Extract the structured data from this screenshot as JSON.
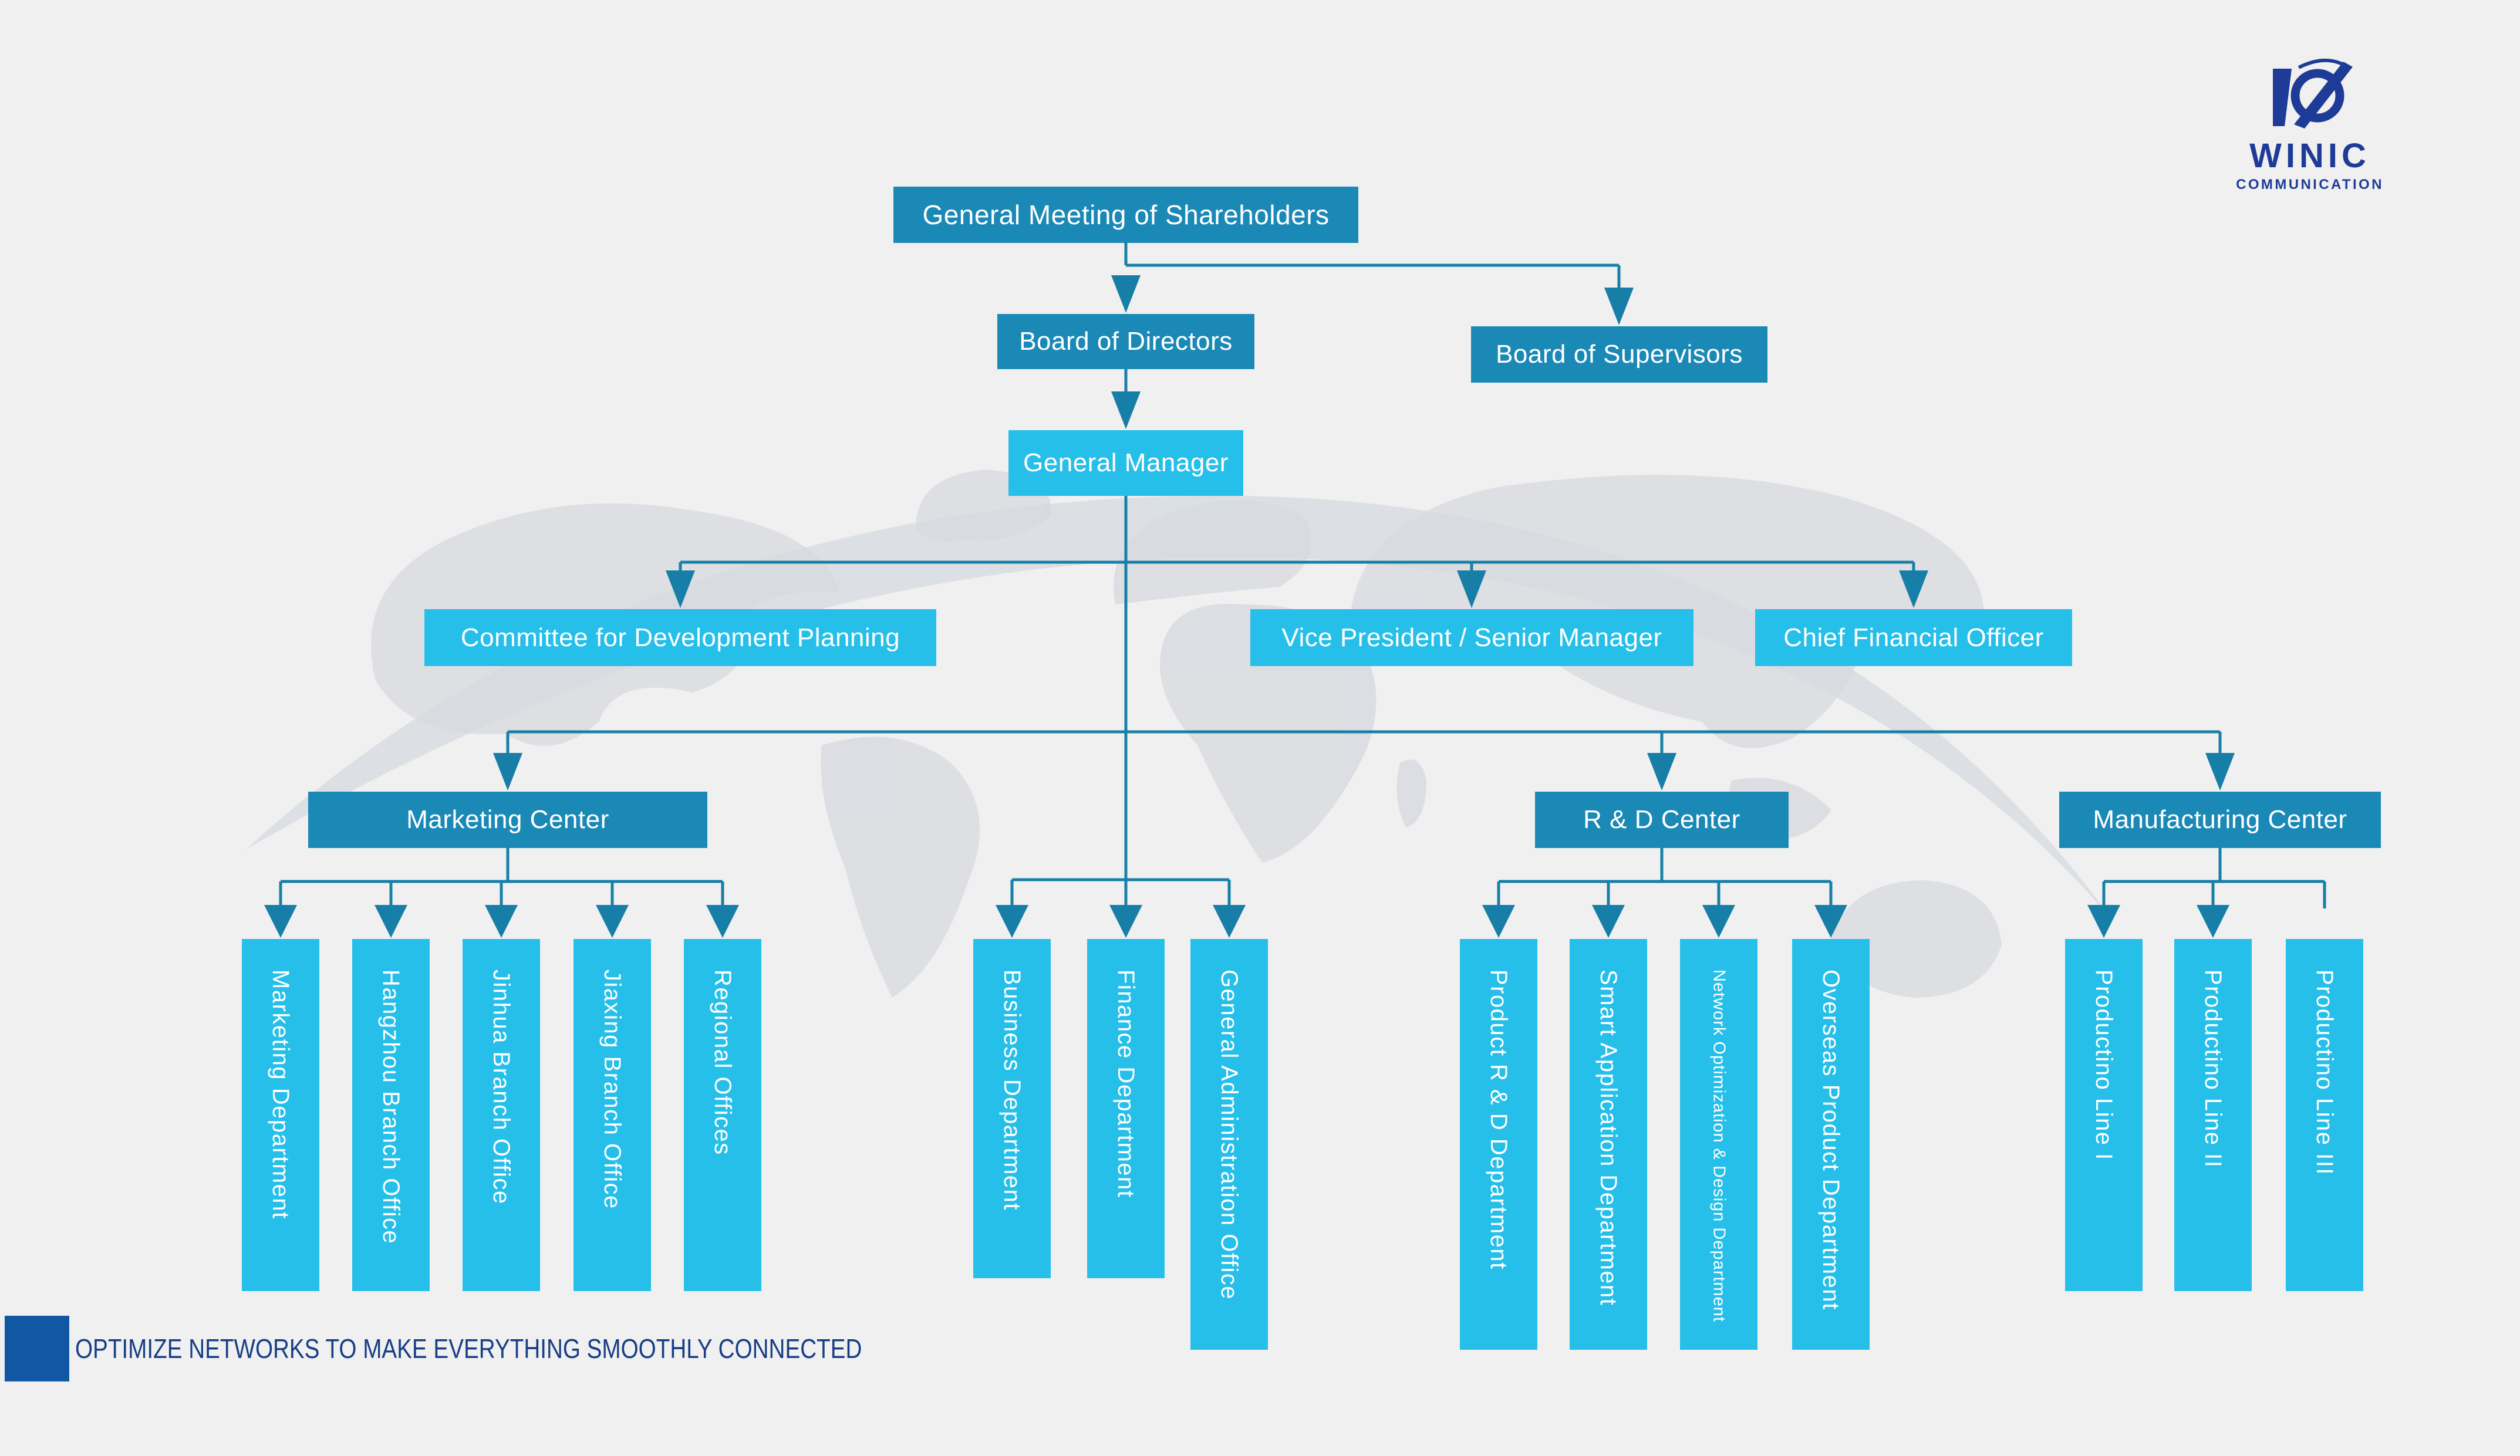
{
  "logo": {
    "brand": "WINIC",
    "brand_sub": "COMMUNICATION"
  },
  "chart": {
    "root": "General Meeting of Shareholders",
    "governance": [
      "Board of Directors",
      "Board of Supervisors"
    ],
    "general_manager": "General Manager",
    "senior_roles": [
      "Committee for Development Planning",
      "Vice President / Senior Manager",
      "Chief Financial Officer"
    ],
    "marketing": {
      "center": "Marketing Center",
      "departments": [
        "Marketing Department",
        "Hangzhou Branch Office",
        "Jinhua Branch Office",
        "Jiaxing Branch Office",
        "Regional Offices"
      ]
    },
    "admin_departments": [
      "Business Department",
      "Finance Department",
      "General Administration Office"
    ],
    "rnd": {
      "center": "R & D Center",
      "departments": [
        "Product R & D Department",
        "Smart Application Department",
        "Network Optimization & Design Department",
        "Overseas Product Department"
      ]
    },
    "manufacturing": {
      "center": "Manufacturing Center",
      "departments": [
        "Productino Line I",
        "Productino Line II",
        "Productino Line III"
      ]
    }
  },
  "footer": {
    "tagline": "OPTIMIZE NETWORKS TO MAKE EVERYTHING SMOOTHLY CONNECTED"
  },
  "colors": {
    "background": "#f0f0f1",
    "dark_box": "#1b89b6",
    "light_box": "#26bfe9",
    "connector": "#177fa7",
    "brand_navy": "#1e3c97",
    "tagline_square": "#1157a3",
    "tagline_text": "#173e85",
    "map_gray": "#d9dce1"
  }
}
